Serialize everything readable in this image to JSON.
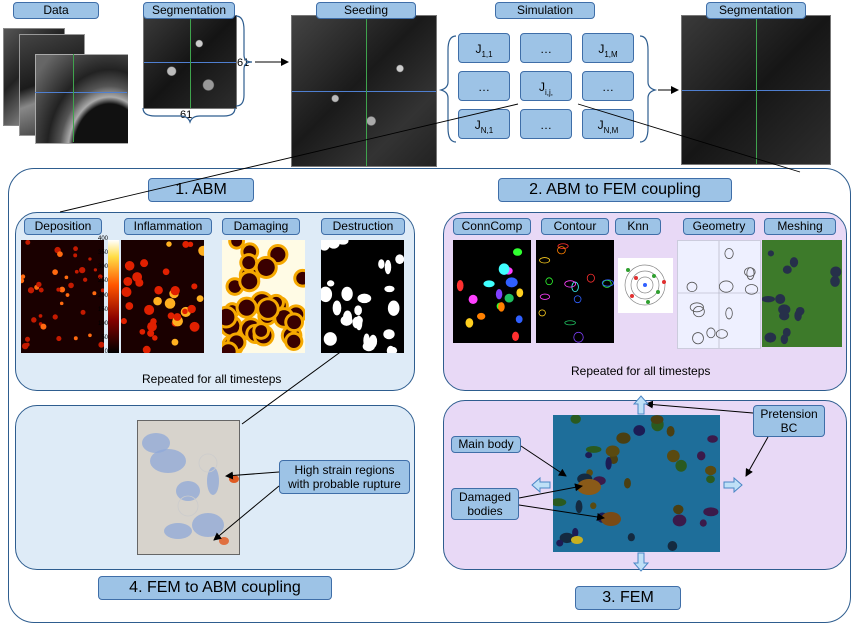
{
  "top": {
    "data_label": "Data",
    "segmentation_label": "Segmentation",
    "seeding_label": "Seeding",
    "simulation_label": "Simulation",
    "segmentation2_label": "Segmentation",
    "dim_right": "61",
    "dim_bottom": "61"
  },
  "simulation_grid": {
    "cells": [
      {
        "main": "J",
        "sub": "1,1"
      },
      {
        "main": "…",
        "sub": ""
      },
      {
        "main": "J",
        "sub": "1,M"
      },
      {
        "main": "…",
        "sub": ""
      },
      {
        "main": "J",
        "sub": "i,j,"
      },
      {
        "main": "…",
        "sub": ""
      },
      {
        "main": "J",
        "sub": "N,1"
      },
      {
        "main": "…",
        "sub": ""
      },
      {
        "main": "J",
        "sub": "N,M"
      }
    ]
  },
  "abm": {
    "title": "1. ABM",
    "panels": [
      "Deposition",
      "Inflammation",
      "Damaging",
      "Destruction"
    ],
    "colorbar_ticks": [
      "400",
      "350",
      "300",
      "250",
      "200",
      "150",
      "100",
      "50",
      "0"
    ],
    "footer": "Repeated for all timesteps"
  },
  "abm_fem": {
    "title": "2. ABM to FEM coupling",
    "panels": [
      "ConnComp",
      "Contour",
      "Knn",
      "Geometry",
      "Meshing"
    ],
    "footer": "Repeated for all timesteps"
  },
  "fem": {
    "title": "3. FEM",
    "main_body": "Main body",
    "damaged_line1": "Damaged",
    "damaged_line2": "bodies",
    "pretension_line1": "Pretension",
    "pretension_line2": "BC"
  },
  "fem_abm": {
    "title": "4. FEM to ABM coupling",
    "strain_line1": "High strain regions",
    "strain_line2": "with probable rupture"
  },
  "colors": {
    "label_fill": "#9dc3e6",
    "label_border": "#3f6ea8",
    "panel_border": "#2e5d8f",
    "abm_bg": "#deebf7",
    "coupling_bg": "#e8d9f6",
    "seed_orange": "#f47b28"
  }
}
